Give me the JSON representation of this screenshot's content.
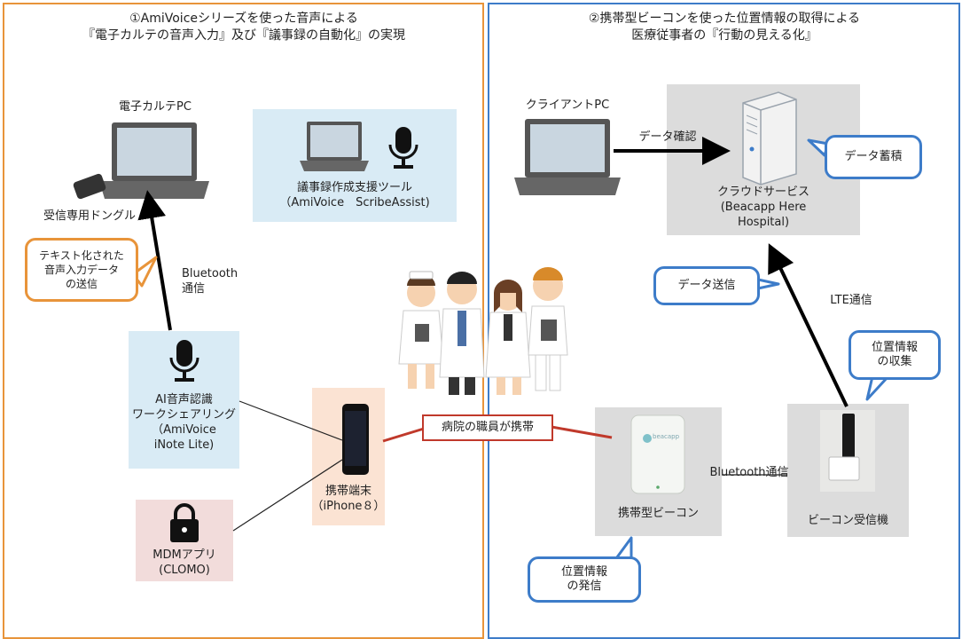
{
  "left_panel": {
    "title_line1": "①AmiVoiceシリーズを使った音声による",
    "title_line2": "『電子カルテの音声入力』及び『議事録の自動化』の実現",
    "ehr_pc_label": "電子カルテPC",
    "dongle_label": "受信専用ドングル",
    "scribe_label_line1": "議事録作成支援ツール",
    "scribe_label_line2": "（AmiVoice　ScribeAssist)",
    "bubble_text_line1": "テキスト化された",
    "bubble_text_line2": "音声入力データ",
    "bubble_text_line3": "の送信",
    "bluetooth_line1": "Bluetooth",
    "bluetooth_line2": "通信",
    "inote_line1": "AI音声認識",
    "inote_line2": "ワークシェアリング",
    "inote_line3": "（AmiVoice",
    "inote_line4": "iNote Lite)",
    "mdm_line1": "MDMアプリ",
    "mdm_line2": "(CLOMO)",
    "phone_line1": "携帯端末",
    "phone_line2": "（iPhone８）"
  },
  "center": {
    "staff_label": "病院の職員が携帯"
  },
  "right_panel": {
    "title_line1": "②携帯型ビーコンを使った位置情報の取得による",
    "title_line2": "医療従事者の『行動の見える化』",
    "client_pc_label": "クライアントPC",
    "data_check_label": "データ確認",
    "data_store_label": "データ蓄積",
    "cloud_line1": "クラウドサービス",
    "cloud_line2": "(Beacapp Here",
    "cloud_line3": "Hospital)",
    "data_send_label": "データ送信",
    "lte_label": "LTE通信",
    "loc_collect_line1": "位置情報",
    "loc_collect_line2": "の収集",
    "bluetooth_comm_label": "Bluetooth通信",
    "beacon_label": "携帯型ビーコン",
    "beacon_logo": "beacapp",
    "receiver_label": "ビーコン受信機",
    "loc_send_line1": "位置情報",
    "loc_send_line2": "の発信"
  },
  "colors": {
    "left_border": "#e8943a",
    "right_border": "#3d7cc9",
    "light_blue_box": "#d9ebf5",
    "peach_box": "#fbe3d3",
    "pink_box": "#f2dcdb",
    "gray_box": "#dcdcdc",
    "staff_border": "#c0392b"
  }
}
